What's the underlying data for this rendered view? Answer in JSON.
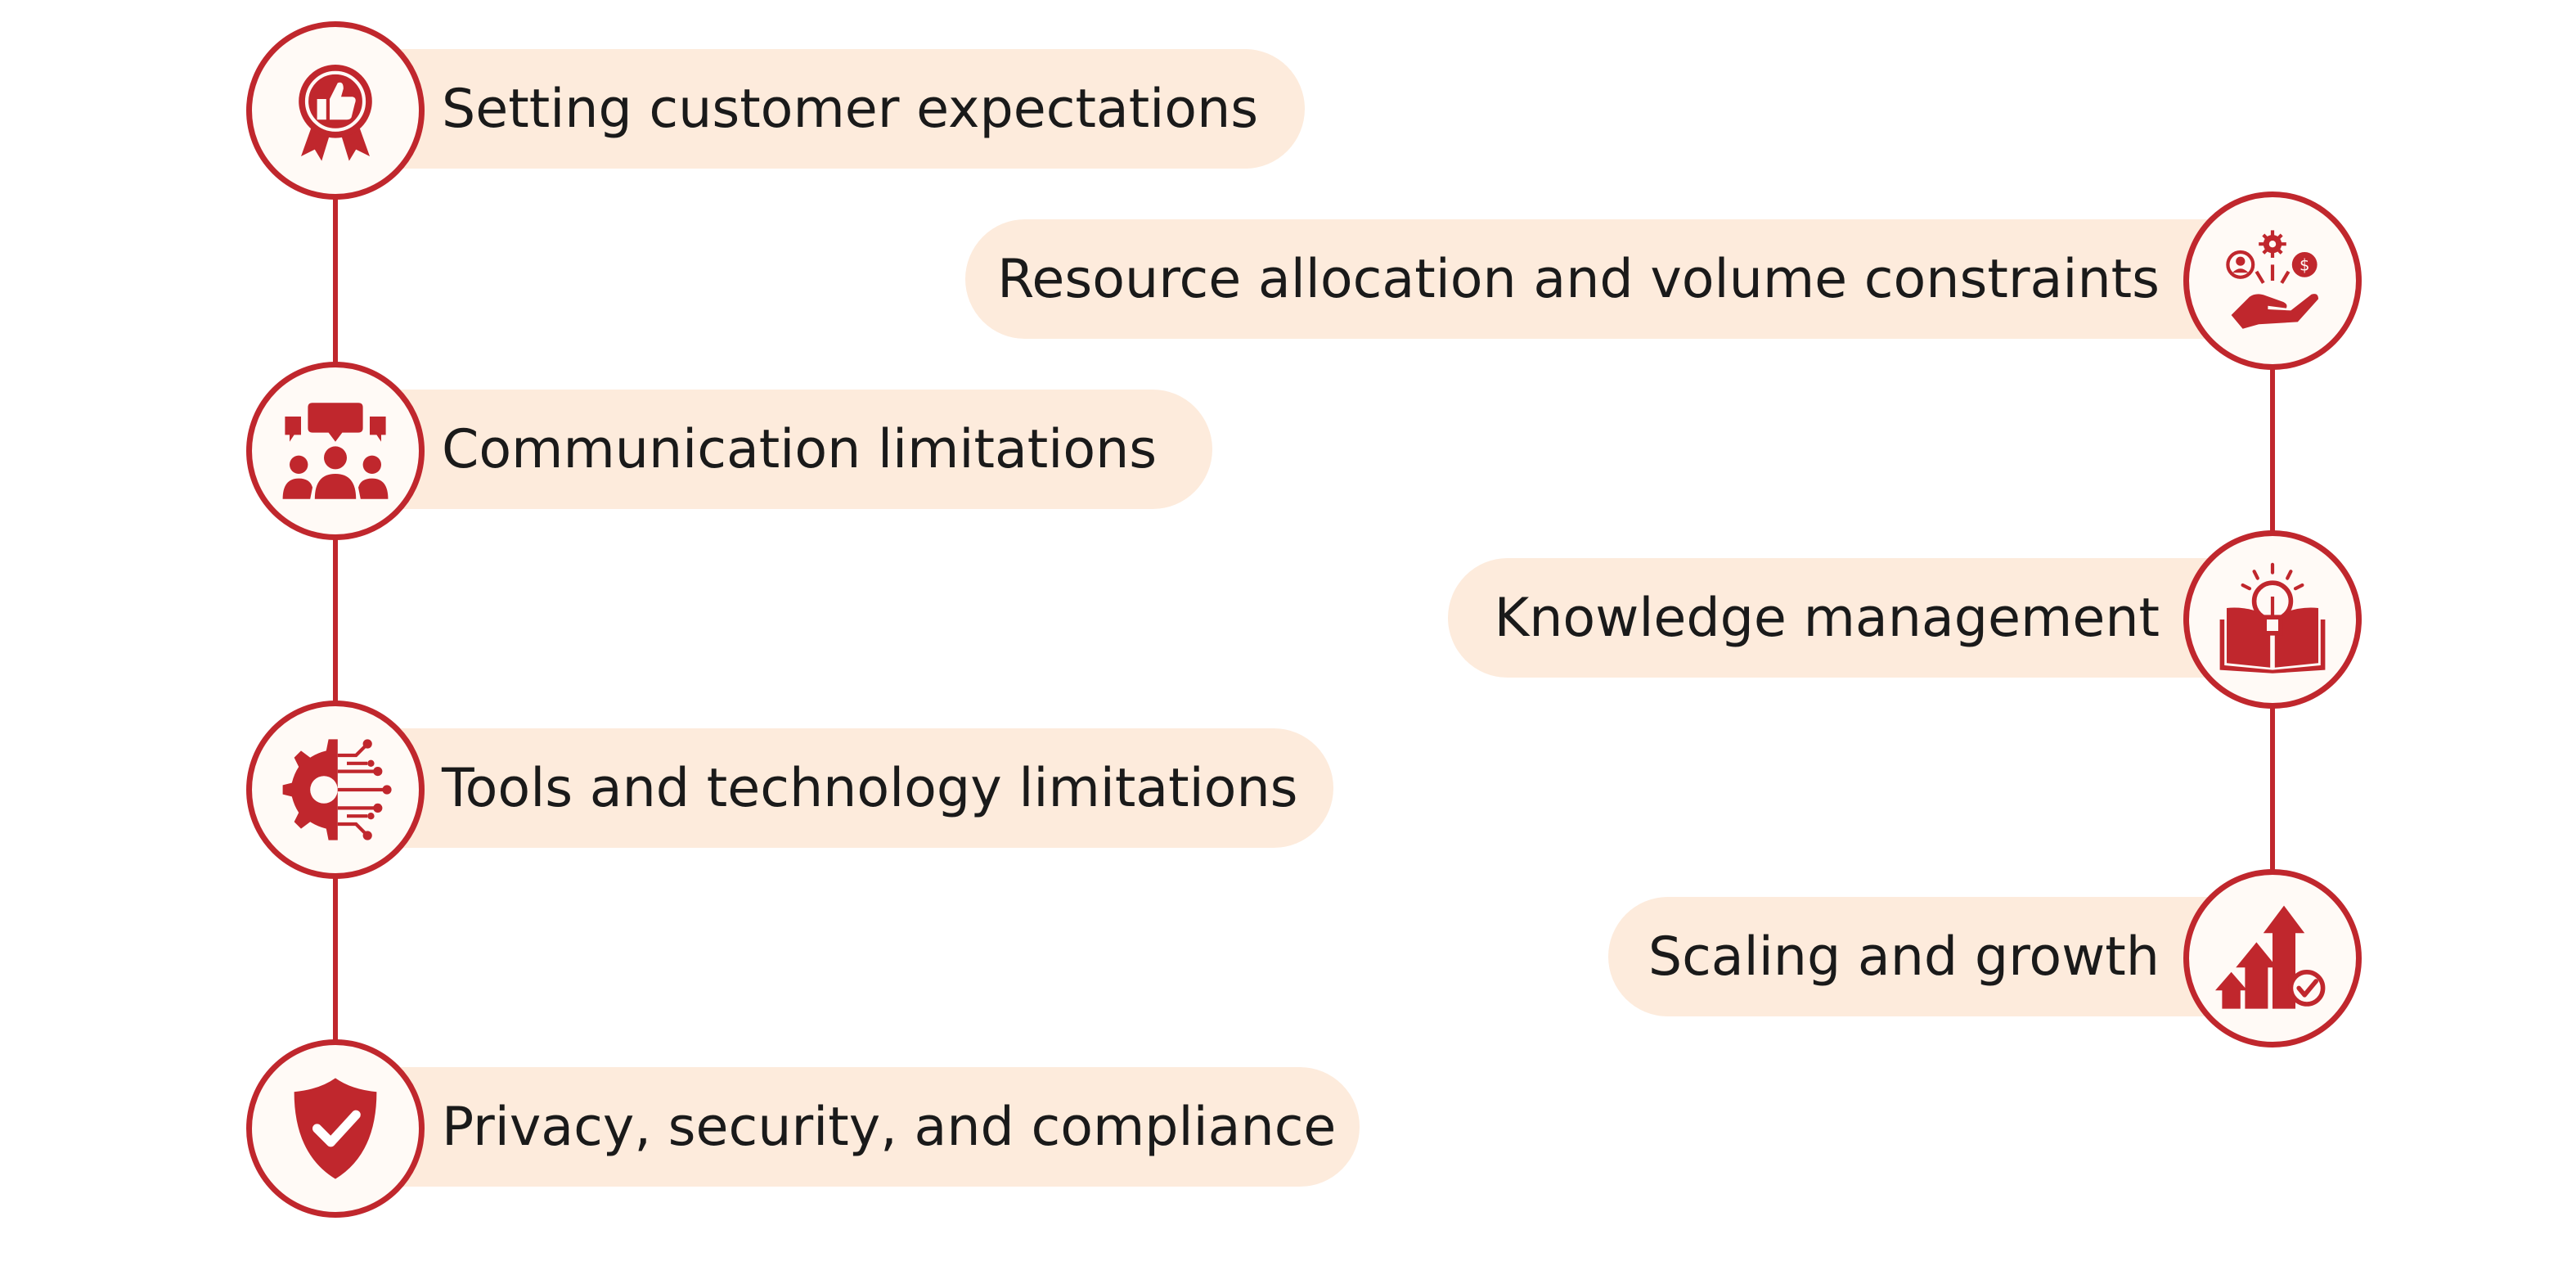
{
  "colors": {
    "accent": "#c0272d",
    "pill": "#fdebdc",
    "badge_fill": "#fffaf6",
    "text": "#1a1a1a"
  },
  "items": [
    {
      "label": "Setting customer expectations",
      "icon": "thumbs-up-award-icon"
    },
    {
      "label": "Resource allocation and volume constraints",
      "icon": "resource-allocation-hand-icon"
    },
    {
      "label": "Communication limitations",
      "icon": "team-communication-icon"
    },
    {
      "label": "Knowledge management",
      "icon": "lightbulb-book-icon"
    },
    {
      "label": "Tools and technology limitations",
      "icon": "gear-circuit-icon"
    },
    {
      "label": "Scaling and growth",
      "icon": "growth-arrows-icon"
    },
    {
      "label": "Privacy, security, and compliance",
      "icon": "shield-check-icon"
    }
  ]
}
